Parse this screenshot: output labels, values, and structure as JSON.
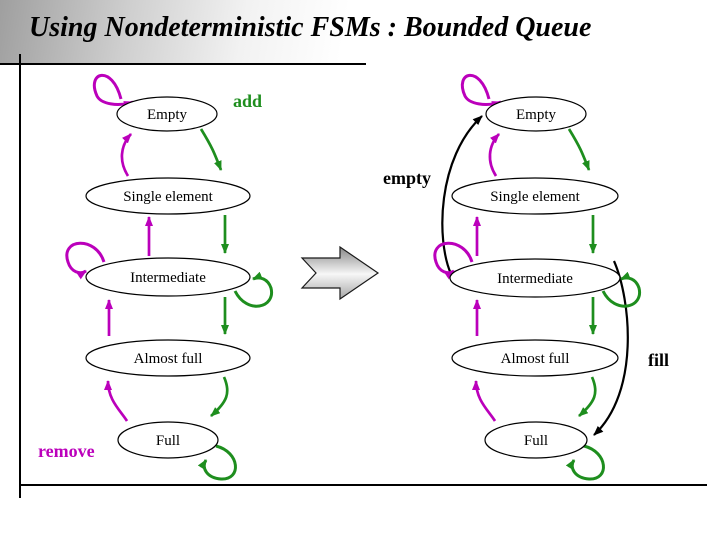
{
  "title": "Using Nondeterministic FSMs : Bounded Queue",
  "colors": {
    "add": "#1e8e1e",
    "remove": "#bb00bb",
    "abstract": "#000000"
  },
  "left_fsm": {
    "states": [
      "Empty",
      "Single element",
      "Intermediate",
      "Almost full",
      "Full"
    ],
    "add_label": "add",
    "remove_label": "remove"
  },
  "right_fsm": {
    "states": [
      "Empty",
      "Single element",
      "Intermediate",
      "Almost full",
      "Full"
    ],
    "empty_label": "empty",
    "fill_label": "fill"
  }
}
